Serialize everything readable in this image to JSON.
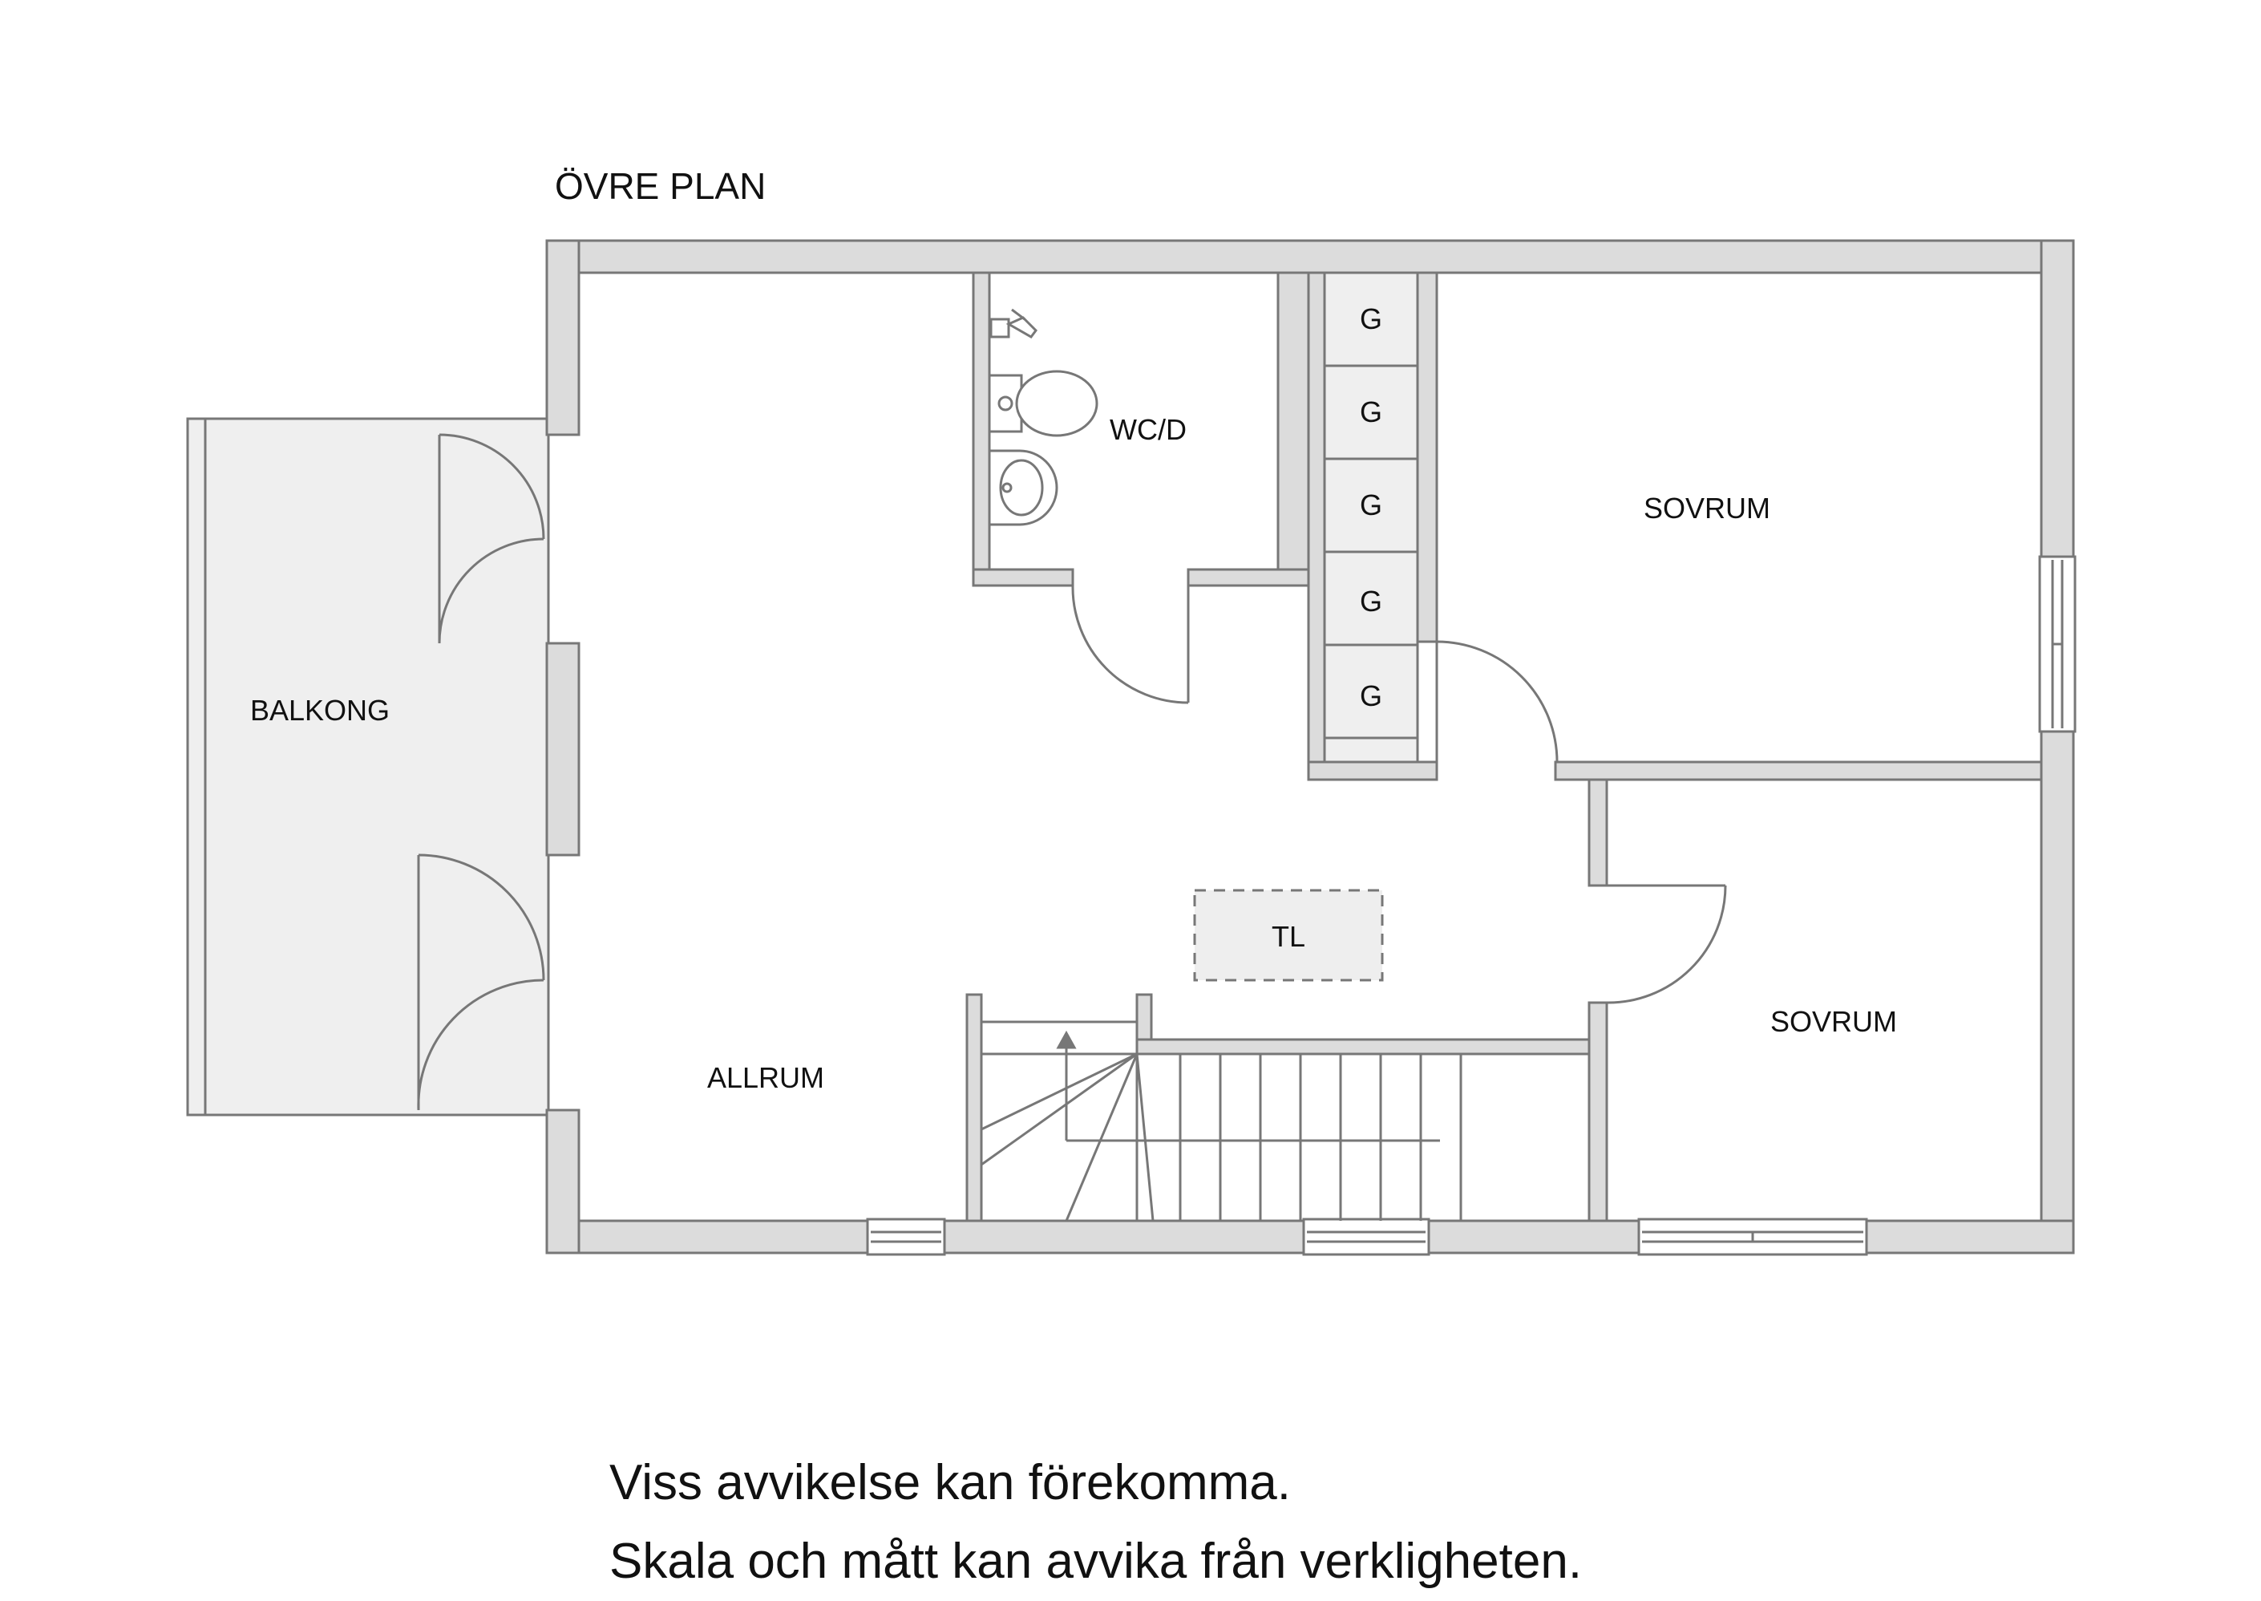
{
  "plan_title": "ÖVRE PLAN",
  "rooms": {
    "balcony": "BALKONG",
    "wc": "WC/D",
    "bedroom_1": "SOVRUM",
    "bedroom_2": "SOVRUM",
    "living": "ALLRUM",
    "hatch": "TL"
  },
  "wardrobes": [
    "G",
    "G",
    "G",
    "G",
    "G"
  ],
  "disclaimer": {
    "line1": "Viss avvikelse kan förekomma.",
    "line2": "Skala och mått kan avvika från verkligheten."
  },
  "colors": {
    "wall": "#dcdcdc",
    "line": "#777777",
    "balcony_fill": "#efefef",
    "hatch_fill": "#eeeeee"
  }
}
